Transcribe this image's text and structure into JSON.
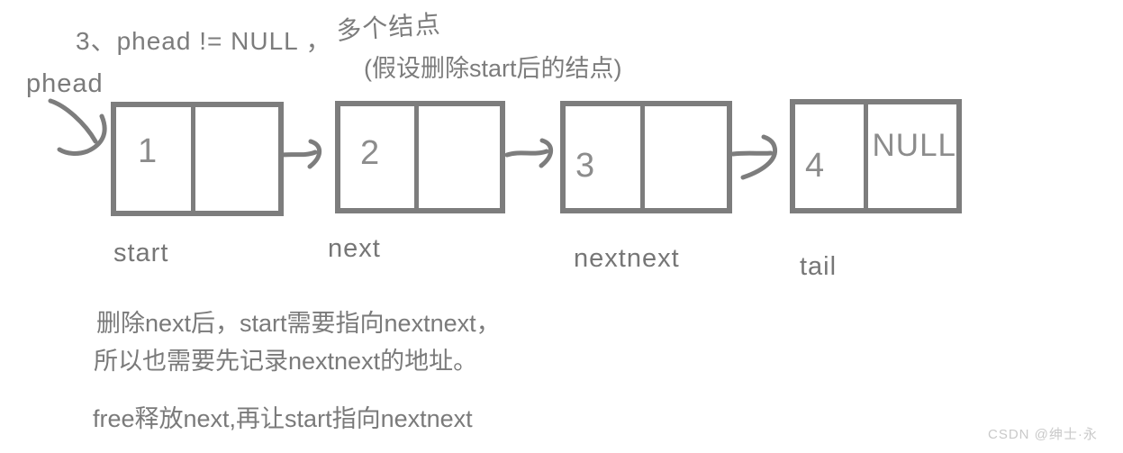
{
  "header": {
    "title_part1": "3、phead != NULL ，",
    "title_part2": "多个结点",
    "subtitle": "(假设删除start后的结点)"
  },
  "pointer_label": "phead",
  "nodes": [
    {
      "value": "1",
      "next_value": "",
      "label": "start"
    },
    {
      "value": "2",
      "next_value": "",
      "label": "next"
    },
    {
      "value": "3",
      "next_value": "",
      "label": "nextnext"
    },
    {
      "value": "4",
      "next_value": "NULL",
      "label": "tail"
    }
  ],
  "notes": {
    "line1": "删除next后，start需要指向nextnext，",
    "line2": "所以也需要先记录nextnext的地址。",
    "line3": "free释放next,再让start指向nextnext"
  },
  "watermark": "CSDN @绅士·永",
  "colors": {
    "stroke": "#7d7d7d",
    "text": "#7a7a7a",
    "value_text": "#8c8c8c",
    "watermark": "#c9c9c9",
    "background": "#ffffff"
  },
  "diagram": {
    "type": "singly-linked-list",
    "description_visible": "four linked-list nodes connected by hand-drawn arrows, head pointer phead points to first node, last node next field is NULL"
  }
}
